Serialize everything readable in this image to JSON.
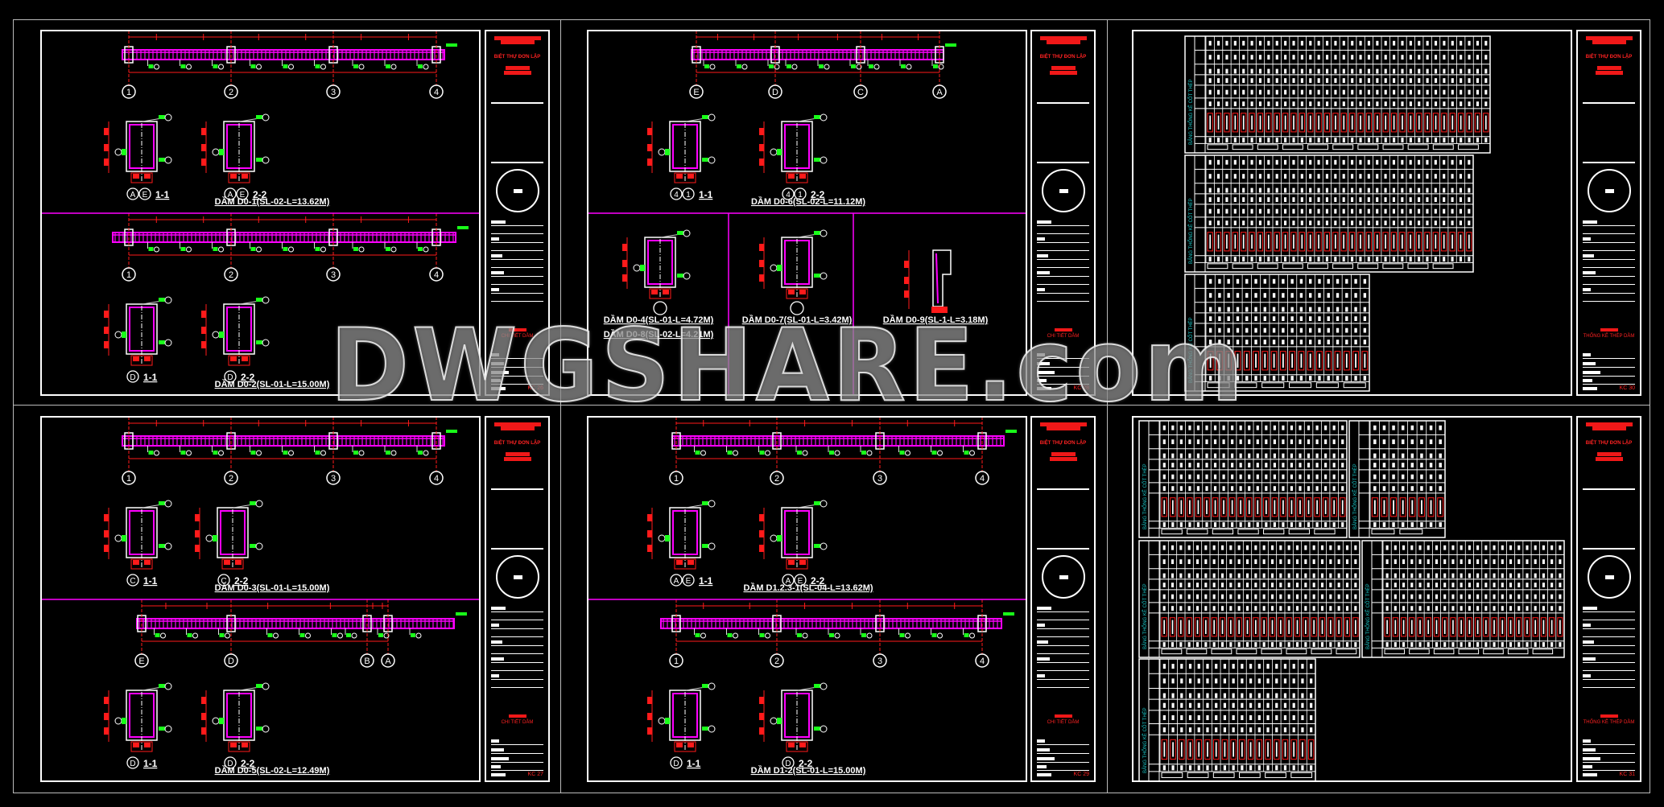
{
  "watermark": "DWGSHARE.com",
  "colors": {
    "beam": "#ff00ff",
    "dim": "#ff1a1a",
    "tag": "#19ff19",
    "line": "#ffffff",
    "table_label": "#19c8c8"
  },
  "sheets": [
    {
      "type": "beams",
      "title_block": {
        "project": "BIỆT THỰ ĐƠN LẬP",
        "drawing": "CHI TIẾT DẦM",
        "sheet_no": "KC 26"
      },
      "beams": [
        {
          "axes": [
            "1",
            "2",
            "3",
            "4"
          ],
          "sections": [
            {
              "axes": [
                "A",
                "E"
              ],
              "label": "1-1"
            },
            {
              "axes": [
                "A",
                "E"
              ],
              "label": "2-2"
            }
          ],
          "title": "DẦM D0-1(SL-02-L=13.62M)"
        },
        {
          "axes": [
            "1",
            "2",
            "3",
            "4"
          ],
          "sections": [
            {
              "axes": [
                "D"
              ],
              "label": "1-1"
            },
            {
              "axes": [
                "D"
              ],
              "label": "2-2"
            }
          ],
          "title": "DẦM D0-2(SL-01-L=15.00M)"
        }
      ]
    },
    {
      "type": "beams",
      "title_block": {
        "project": "BIỆT THỰ ĐƠN LẬP",
        "drawing": "CHI TIẾT DẦM",
        "sheet_no": "KC 27"
      },
      "beams": [
        {
          "axes": [
            "1",
            "2",
            "3",
            "4"
          ],
          "sections": [
            {
              "axes": [
                "C"
              ],
              "label": "1-1"
            },
            {
              "axes": [
                "C"
              ],
              "label": "2-2"
            }
          ],
          "title": "DẦM D0-3(SL-01-L=15.00M)"
        },
        {
          "axes": [
            "E",
            "D",
            "B",
            "A"
          ],
          "sections": [
            {
              "axes": [
                "D"
              ],
              "label": "1-1"
            },
            {
              "axes": [
                "D"
              ],
              "label": "2-2"
            }
          ],
          "title": "DẦM D0-5(SL-02-L=12.49M)"
        }
      ]
    },
    {
      "type": "beams_cells",
      "title_block": {
        "project": "BIỆT THỰ ĐƠN LẬP",
        "drawing": "CHI TIẾT DẦM",
        "sheet_no": "KC 28"
      },
      "beams": [
        {
          "axes": [
            "E",
            "D",
            "C",
            "A"
          ],
          "sections": [
            {
              "axes": [
                "4",
                "1"
              ],
              "label": "1-1"
            },
            {
              "axes": [
                "4",
                "1"
              ],
              "label": "2-2"
            }
          ],
          "title": "DẦM D0-6(SL-02-L=11.12M)"
        }
      ],
      "cells": [
        {
          "titles": [
            "DẦM D0-4(SL-01-L=4.72M)",
            "DẦM D0-8(SL-02-L=4.21M)"
          ]
        },
        {
          "titles": [
            "DẦM D0-7(SL-01-L=3.42M)"
          ]
        },
        {
          "titles": [
            "DẦM D0-9(SL-1-L=3.18M)"
          ]
        }
      ]
    },
    {
      "type": "beams",
      "title_block": {
        "project": "BIỆT THỰ ĐƠN LẬP",
        "drawing": "CHI TIẾT DẦM",
        "sheet_no": "KC 29"
      },
      "beams": [
        {
          "axes": [
            "1",
            "2",
            "3",
            "4"
          ],
          "sections": [
            {
              "axes": [
                "A",
                "E"
              ],
              "label": "1-1"
            },
            {
              "axes": [
                "A",
                "E"
              ],
              "label": "2-2"
            }
          ],
          "title": "DẦM D1.2.3-1(SL-04-L=13.62M)"
        },
        {
          "axes": [
            "1",
            "2",
            "3",
            "4"
          ],
          "sections": [
            {
              "axes": [
                "D"
              ],
              "label": "1-1"
            },
            {
              "axes": [
                "D"
              ],
              "label": "2-2"
            }
          ],
          "title": "DẦM D1-2(SL-01-L=15.00M)"
        }
      ]
    },
    {
      "type": "tables",
      "title_block": {
        "project": "BIỆT THỰ ĐƠN LẬP",
        "drawing": "THỐNG KÊ THÉP DẦM",
        "sheet_no": "KC 30"
      },
      "table_label": "BẢNG THỐNG KÊ CỐT THÉP",
      "tables": [
        {
          "columns": 34
        },
        {
          "columns": 32
        },
        {
          "columns": 18
        }
      ]
    },
    {
      "type": "tables",
      "title_block": {
        "project": "BIỆT THỰ ĐƠN LẬP",
        "drawing": "THỐNG KÊ THÉP DẦM",
        "sheet_no": "KC 31"
      },
      "table_label": "BẢNG THỐNG KÊ CỐT THÉP",
      "tables": [
        {
          "columns": 22
        },
        {
          "columns": 8
        },
        {
          "columns": 24
        },
        {
          "columns": 22
        },
        {
          "columns": 18
        }
      ]
    }
  ]
}
